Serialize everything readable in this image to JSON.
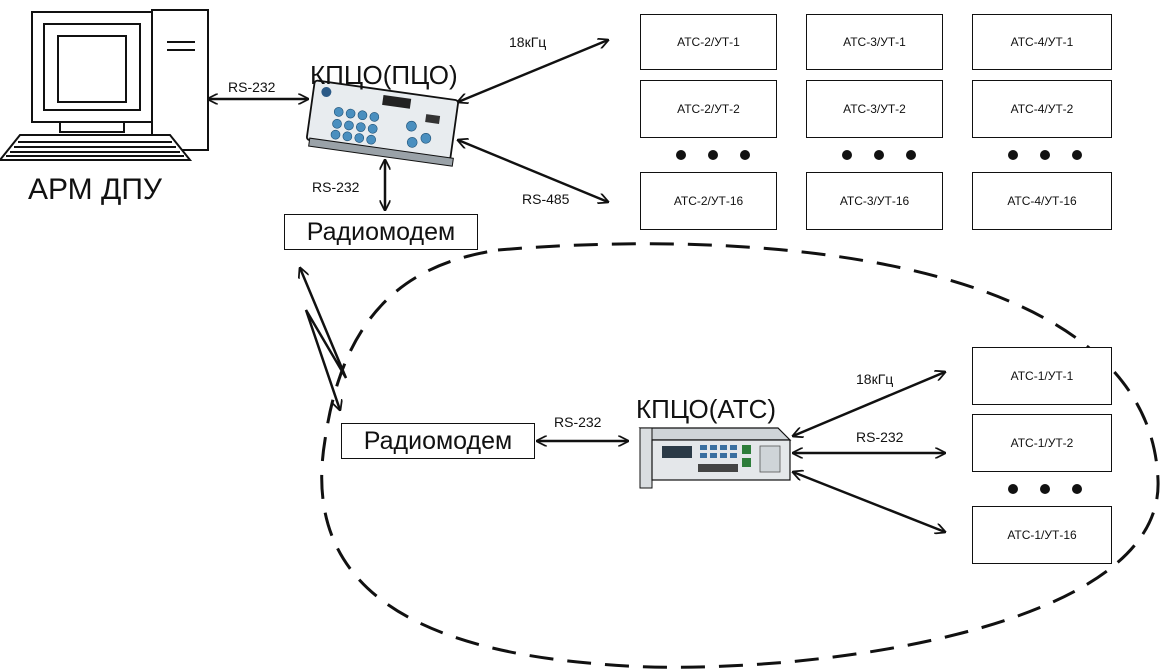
{
  "workstation": {
    "label": "АРМ ДПУ"
  },
  "panel": {
    "label": "КПЦО(ПЦО)"
  },
  "station_device": {
    "label": "КПЦО(АТС)"
  },
  "modems": {
    "top": "Радиомодем",
    "bottom": "Радиомодем"
  },
  "links": {
    "pc_to_panel": "RS-232",
    "panel_to_modem": "RS-232",
    "panel_freq": "18кГц",
    "panel_rs485": "RS-485",
    "modem_to_station": "RS-232",
    "station_freq": "18кГц",
    "station_rs232": "RS-232"
  },
  "remote_columns": [
    {
      "top": "АТС-2/УТ-1",
      "mid": "АТС-2/УТ-2",
      "bottom": "АТС-2/УТ-16"
    },
    {
      "top": "АТС-3/УТ-1",
      "mid": "АТС-3/УТ-2",
      "bottom": "АТС-3/УТ-16"
    },
    {
      "top": "АТС-4/УТ-1",
      "mid": "АТС-4/УТ-2",
      "bottom": "АТС-4/УТ-16"
    }
  ],
  "local_column": {
    "top": "АТС-1/УТ-1",
    "mid": "АТС-1/УТ-2",
    "bottom": "АТС-1/УТ-16"
  }
}
